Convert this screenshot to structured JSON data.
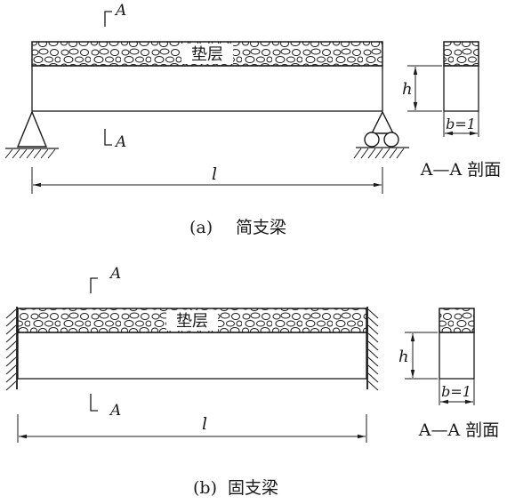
{
  "diagram_a": {
    "caption_label": "(a)",
    "caption_text": "简支梁",
    "layer_label": "垫层",
    "section_mark_top": "A",
    "section_mark_bottom": "A",
    "span_label": "l",
    "height_label": "h",
    "width_label": "b=1",
    "section_title": "A—A 剖面"
  },
  "diagram_b": {
    "caption_label": "(b)",
    "caption_text": "固支梁",
    "layer_label": "垫层",
    "section_mark_top": "A",
    "section_mark_bottom": "A",
    "span_label": "l",
    "height_label": "h",
    "width_label": "b=1",
    "section_title": "A—A 剖面"
  }
}
